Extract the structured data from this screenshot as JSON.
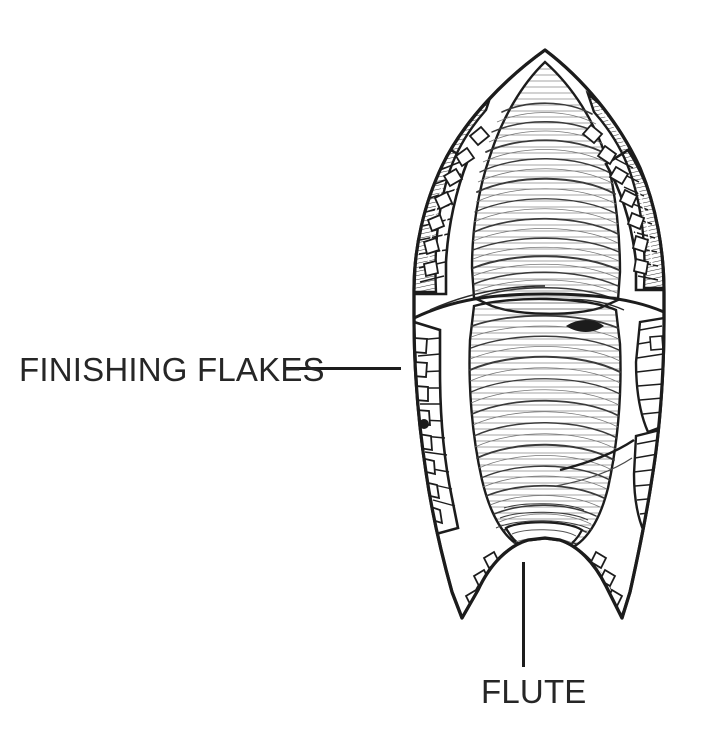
{
  "figure": {
    "subject": "fluted projectile point",
    "style": "pen-and-ink archaeological line drawing",
    "background_color": "#ffffff",
    "ink_color": "#1c1c1c",
    "text_color": "#262626"
  },
  "labels": {
    "finishing_flakes": {
      "text": "FINISHING FLAKES",
      "leader": "horizontal-line-right"
    },
    "flute": {
      "text": "FLUTE",
      "leader": "vertical-line-up"
    }
  },
  "icons": {
    "artifact": "fluted-projectile-point-icon",
    "leader_horizontal": "leader-line-horizontal-icon",
    "leader_vertical": "leader-line-vertical-icon"
  }
}
